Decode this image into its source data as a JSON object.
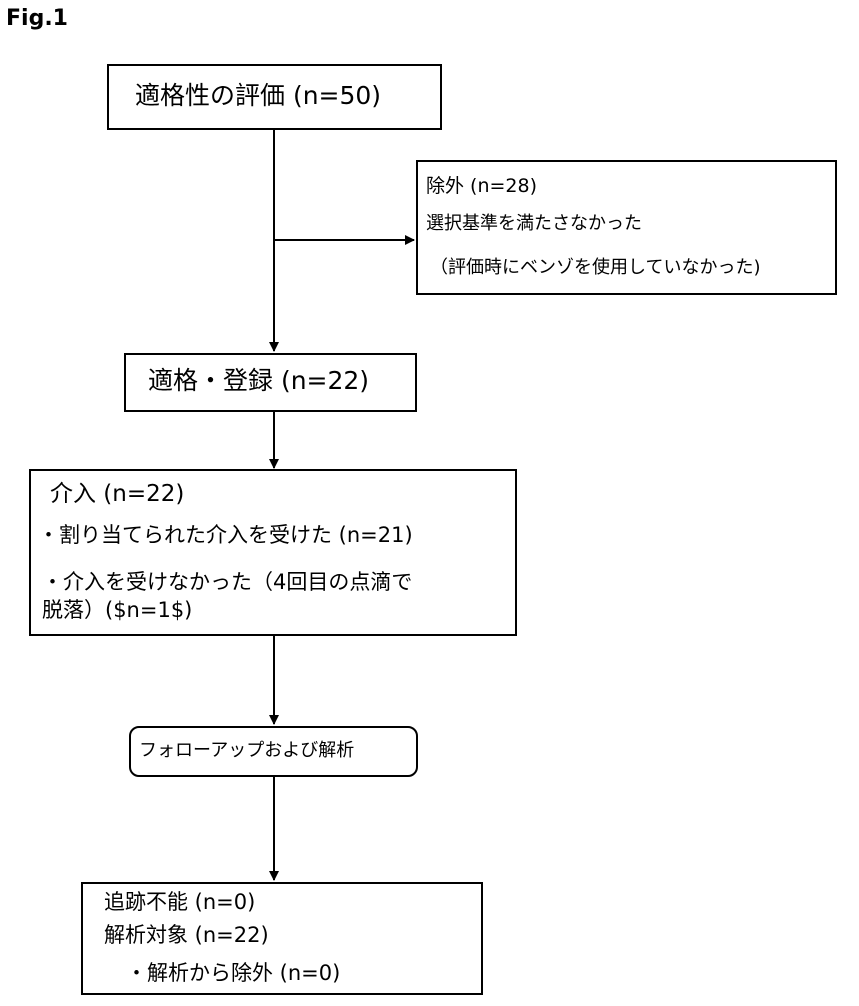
{
  "figure_label": "Fig.1",
  "boxes": {
    "eligibility": {
      "text": "適格性の評価 (n=50)"
    },
    "excluded": {
      "title": "除外 (n=28)",
      "reason": "選択基準を満たさなかった",
      "detail": "（評価時にベンゾを使用していなかった)"
    },
    "enrolled": {
      "text": "適格・登録 (n=22)"
    },
    "intervention": {
      "title": "介入 (n=22)",
      "received": "・割り当てられた介入を受けた (n=21)",
      "not_received_1": "・介入を受けなかった（4回目の点滴で",
      "not_received_2": "脱落）($n=1$)"
    },
    "followup": {
      "text": "フォローアップおよび解析"
    },
    "analysis": {
      "lost": "追跡不能 (n=0)",
      "analysed": "解析対象 (n=22)",
      "excluded_from_analysis": "・解析から除外 (n=0)"
    }
  }
}
